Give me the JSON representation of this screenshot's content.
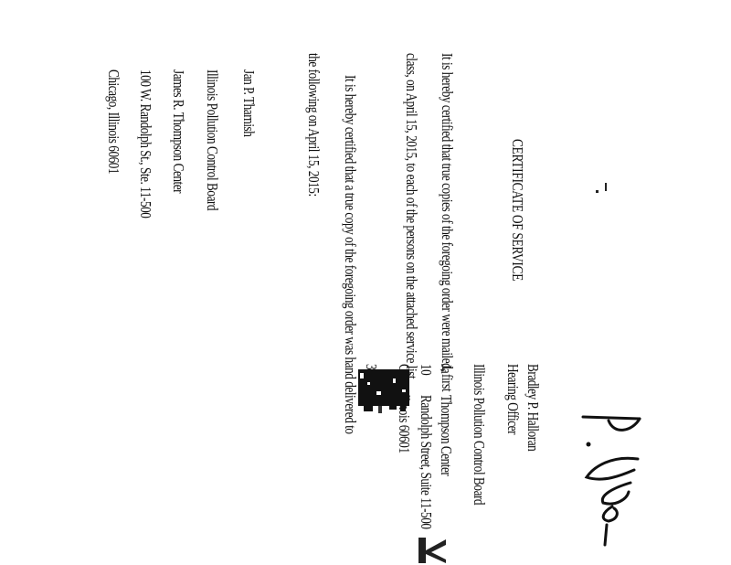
{
  "certificate": {
    "title": "CERTIFICATE OF SERVICE",
    "para1_line1": "It is hereby certified that true copies of the foregoing order were mailed, first",
    "para1_line2": "class, on April 15, 2015, to each of the persons on the attached service list.",
    "para2_line1": "It is hereby certified that a true copy of the foregoing order was hand delivered to",
    "para2_line2": "the following on April 15, 2015:"
  },
  "recipient": {
    "name": "Jan P. Tharnish",
    "org": "Illinois Pollution Control Board",
    "building": "James R. Thompson Center",
    "street": "100 W. Randolph St., Ste. 11-500",
    "city": "Chicago, Illinois 60601"
  },
  "signer": {
    "name": "Bradley P. Halloran",
    "title": "Hearing Officer",
    "org": "Illinois Pollution Control Board",
    "building_visible": "Thompson Center",
    "building_prefix": "Ja",
    "street_prefix": "10",
    "street_visible": "Randolph Street, Suite 11-500",
    "city_prefix": "Ch",
    "city_visible": "llinois 60601",
    "phone_prefix": "31"
  },
  "colors": {
    "ink": "#111111",
    "paper": "#ffffff"
  }
}
